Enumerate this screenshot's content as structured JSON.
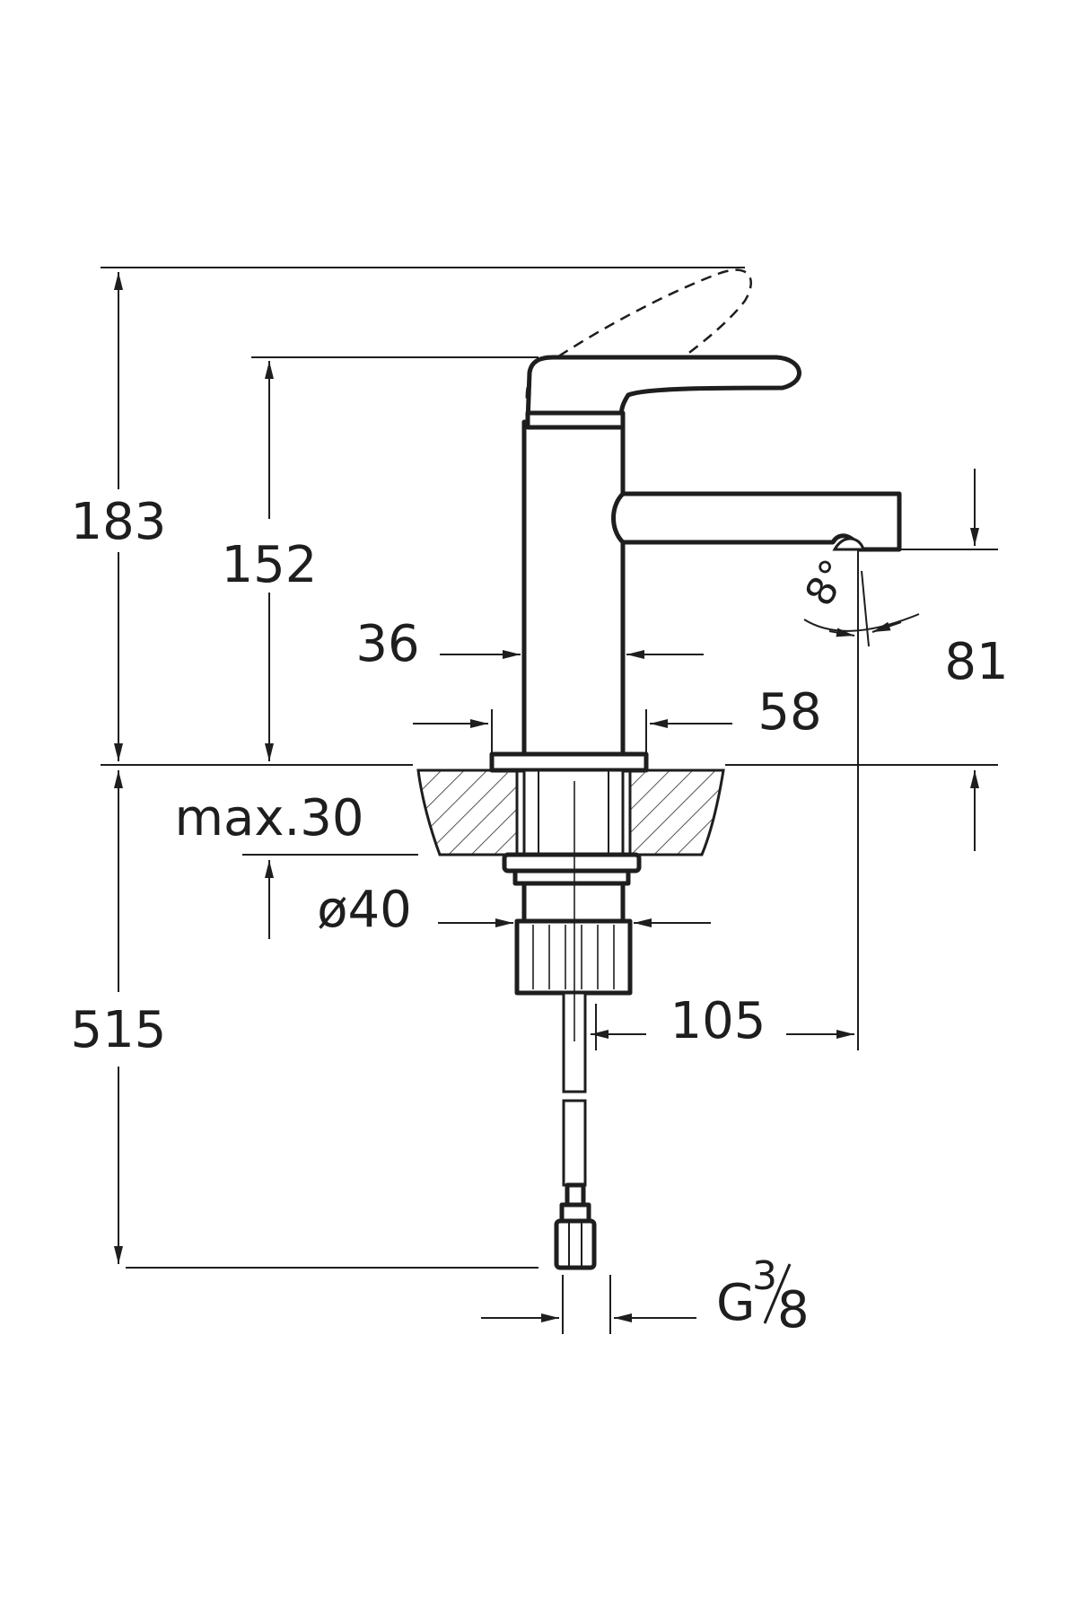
{
  "dimensions": {
    "total_height": "183",
    "spout_height": "152",
    "body_width": "36",
    "base_width": "58",
    "spout_clearance": "81",
    "swivel_angle": "8°",
    "max_deck_thickness": "max.30",
    "hole_diameter": "ø40",
    "spout_reach": "105",
    "hose_length": "515",
    "thread_base": "G",
    "thread_num": "3",
    "thread_den": "8"
  },
  "colors": {
    "line": "#1e1e1e",
    "background": "#ffffff"
  }
}
